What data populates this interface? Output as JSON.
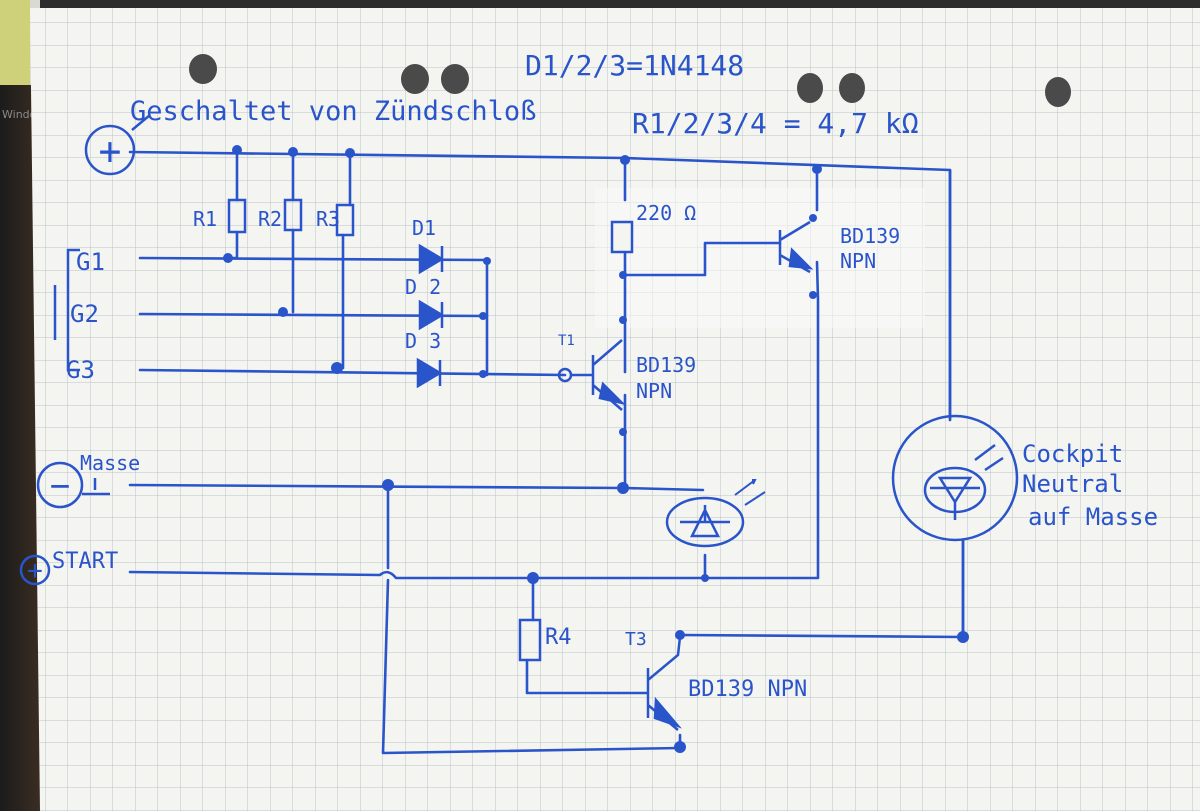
{
  "background_label": "Windov",
  "notes": {
    "diode_type": "D1/2/3=1N4148",
    "resistor_value": "R1/2/3/4 = 4,7 kΩ",
    "switched": "Geschaltet von Zündschloß"
  },
  "terminals": {
    "plus": "+",
    "minus": "−",
    "masse": "Masse",
    "start_sign": "+",
    "start": "START"
  },
  "inputs": [
    "G1",
    "G2",
    "G3"
  ],
  "resistors": [
    "R1",
    "R2",
    "R3",
    "R4"
  ],
  "resistor_220": "220 Ω",
  "diodes": [
    "D1",
    "D 2",
    "D 3"
  ],
  "transistors": {
    "t1_label": "T1",
    "t1_type": "BD139",
    "t1_kind": "NPN",
    "t2_type": "BD139",
    "t2_kind": "NPN",
    "t3_label": "T3",
    "t3_type": "BD139 NPN"
  },
  "cockpit": {
    "line1": "Cockpit",
    "line2": "Neutral",
    "line3": "auf Masse"
  },
  "colors": {
    "ink": "#2a54c9",
    "paper": "#f4f4f1",
    "grid": "#bcc3c8"
  },
  "icons": [
    "led-icon",
    "led-light-icon",
    "diode-icon",
    "transistor-icon",
    "resistor-icon"
  ]
}
